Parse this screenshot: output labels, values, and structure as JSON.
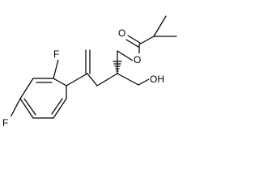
{
  "molecule": {
    "atom_labels": {
      "fluorine_ortho": "F",
      "fluorine_para": "F",
      "ester_oxygen": "O",
      "carbonyl_oxygen": "O",
      "hydroxyl": "OH"
    },
    "colors": {
      "bond": "#000000",
      "label": "#000000",
      "background": "#ffffff"
    }
  }
}
